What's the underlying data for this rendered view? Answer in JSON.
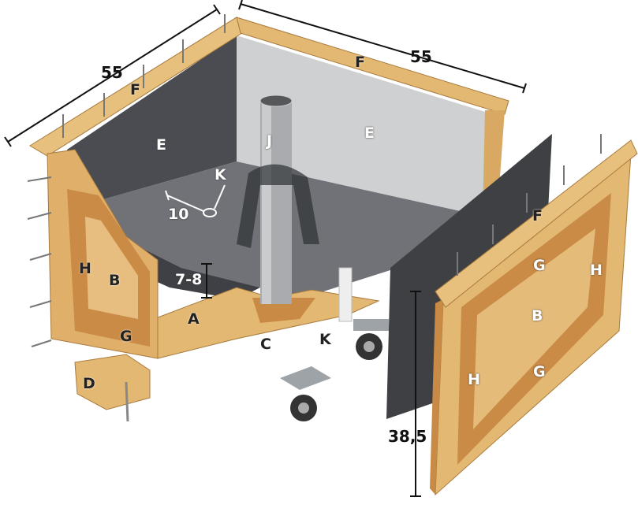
{
  "dimensions": {
    "left_width": "55",
    "right_width": "55",
    "sheet_height": "38,5",
    "hole_offset": "10",
    "floor_gap": "7-8"
  },
  "labels": {
    "rim_left": "F",
    "rim_back": "F",
    "rim_right_panel": "F",
    "wall_left": "E",
    "wall_right": "E",
    "pole": "J",
    "hole": "K",
    "small_tube": "K",
    "left_frame_side": "H",
    "left_panel": "B",
    "left_frame_bottom": "G",
    "base": "A",
    "pole_base": "C",
    "foot_block": "D",
    "right_frame_top": "G",
    "right_frame_right": "H",
    "right_panel": "B",
    "right_frame_left": "H",
    "right_frame_bottom": "G"
  },
  "colors": {
    "wood": "#e3b873",
    "wood_dark": "#c88a45",
    "concrete": "#6f7176",
    "wall_dark": "#4a4c52",
    "wall_light": "#cfd0d2",
    "sheet": "#3f4043",
    "pole": "#a9abae"
  }
}
